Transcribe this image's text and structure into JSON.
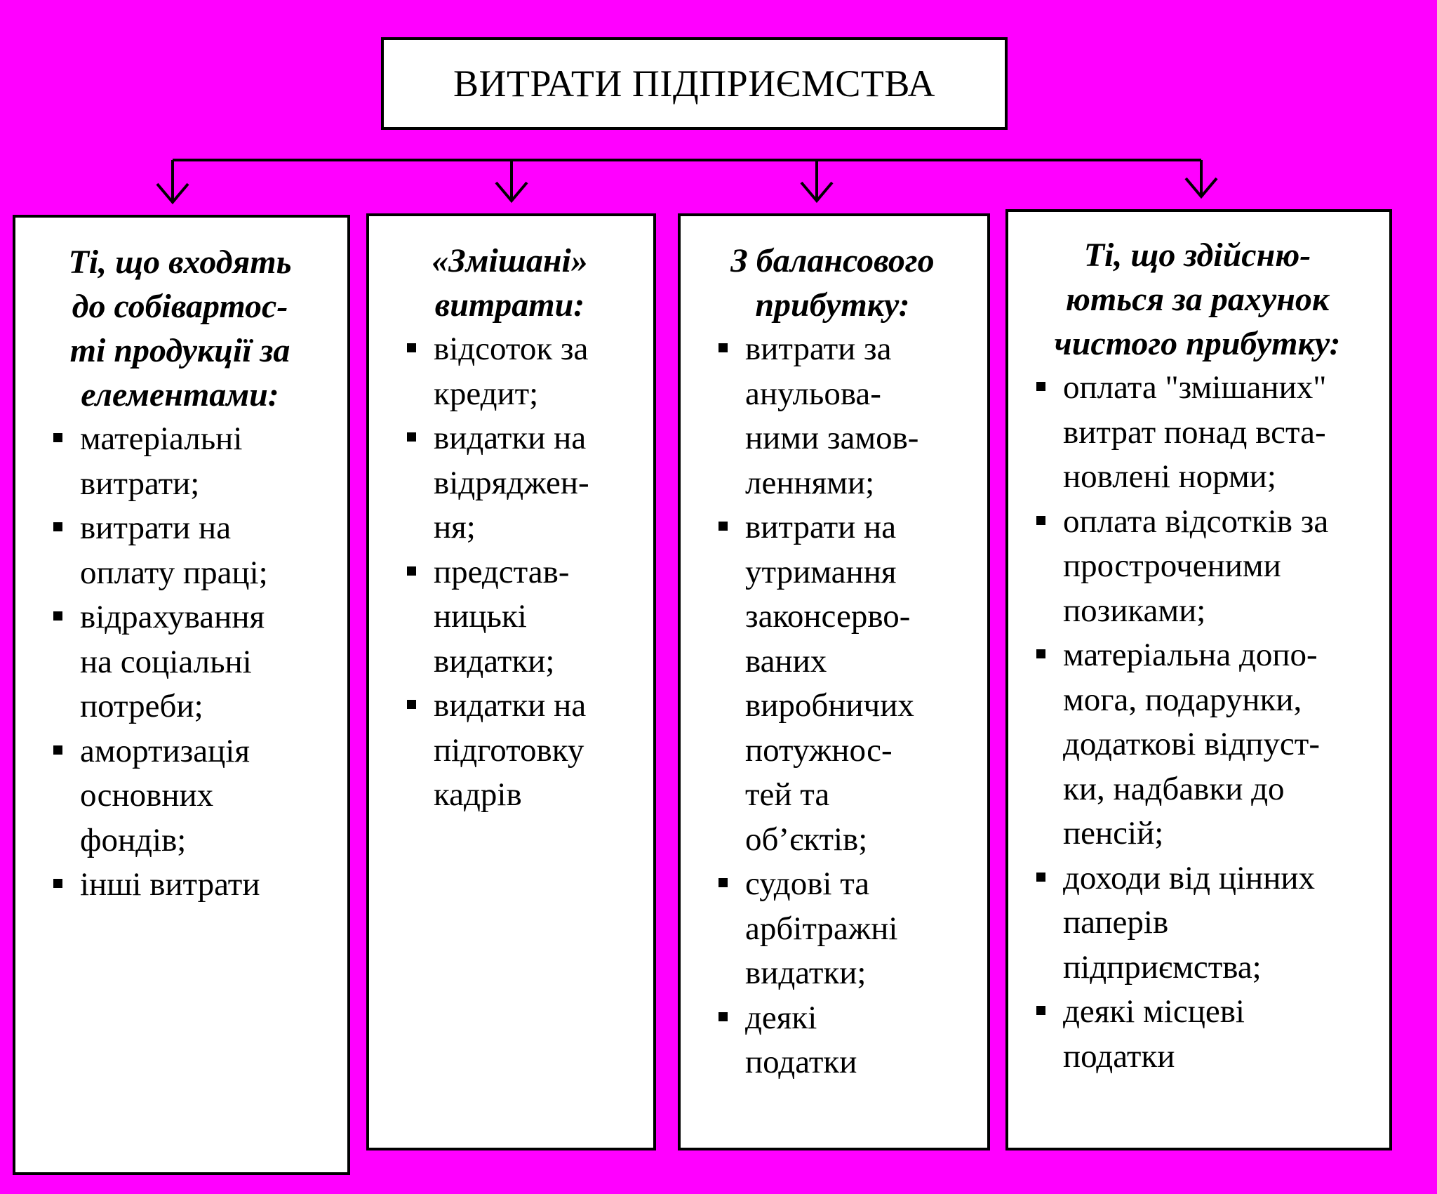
{
  "background_color": "#ff00ff",
  "box_color": "#ffffff",
  "border_color": "#000000",
  "title": "ВИТРАТИ ПІДПРИЄМСТВА",
  "columns": [
    {
      "heading": "Ті, що входять\nдо собівартос-\nті продукції за\nелементами:",
      "items": [
        "матеріальні\nвитрати;",
        "витрати          на\nоплату праці;",
        "відрахування\nна     соціальні\nпотреби;",
        "амортизація\nосновних\nфондів;",
        "інші витрати"
      ]
    },
    {
      "heading": "«Змішані»\nвитрати:",
      "items": [
        "відсоток  за\nкредит;",
        "видатки  на\nвідрядже­н-\nня;",
        "представ-\nницькі\nвидатки;",
        "видатки  на\nпідготовку\nкадрів"
      ]
    },
    {
      "heading": "З балансового\nприбутку:",
      "items": [
        "витрати      за\nанульова-\nними  замов-\nленнями;",
        "витрати на\nутримання\nзаконсерво-\nваних\nвиробничих\nпотужнос-\nтей та\nоб’єктів;",
        "судові та\nарбітражні\nвидатки;",
        "деякі\nподатки"
      ]
    },
    {
      "heading": "Ті, що здійсню-\nються за рахунок\nчистого прибутку:",
      "items": [
        "оплата \"змішаних\"\nвитрат понад вста-\nновлені норми;",
        "оплата відсотків за\nпростроченими\nпозиками;",
        "матеріальна допо-\nмога, подарунки,\nдодаткові відпуст-\nки, надбавки до\nпенсій;",
        "доходи від цінних\nпаперів\nпідприємства;",
        "деякі місцеві\nподатки"
      ]
    }
  ]
}
